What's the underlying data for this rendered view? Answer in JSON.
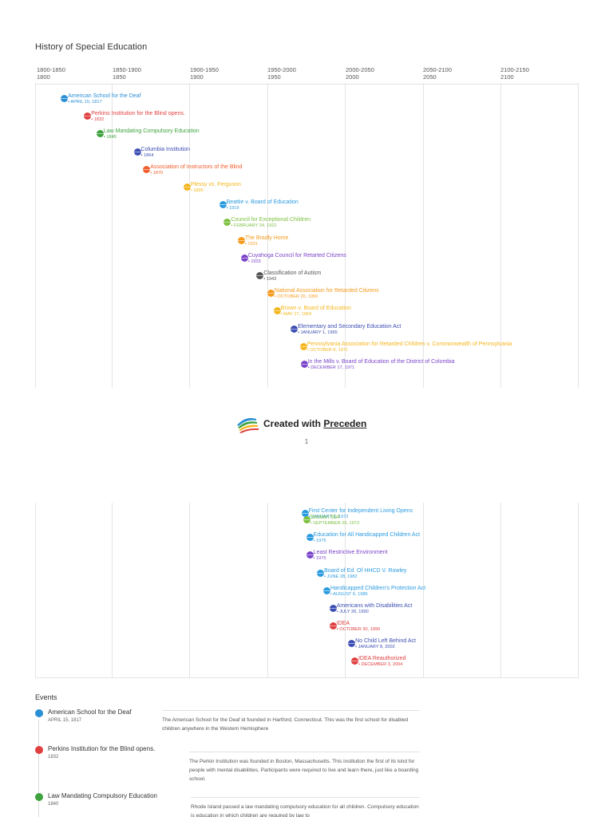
{
  "title": "History of Special Education",
  "axis": [
    {
      "range": "1800-1850",
      "year": "1800"
    },
    {
      "range": "1850-1900",
      "year": "1850"
    },
    {
      "range": "1900-1950",
      "year": "1900"
    },
    {
      "range": "1950-2000",
      "year": "1950"
    },
    {
      "range": "2000-2050",
      "year": "2000"
    },
    {
      "range": "2050-2100",
      "year": "2050"
    },
    {
      "range": "2100-2150",
      "year": "2100"
    }
  ],
  "timeline_page1": [
    {
      "name": "American School for the Deaf",
      "date": "APRIL 15, 1817",
      "color": "#2b8fd6"
    },
    {
      "name": "Perkins Institution for the Blind opens.",
      "date": "1832",
      "color": "#e03f3f"
    },
    {
      "name": "Law Mandating Compulsory Education",
      "date": "1840",
      "color": "#3ea33e"
    },
    {
      "name": "Columbia Institution",
      "date": "1864",
      "color": "#3d4fb3"
    },
    {
      "name": "Association of Instructors of the Blind",
      "date": "1870",
      "color": "#f25c2a"
    },
    {
      "name": "Plessy vs. Ferguson",
      "date": "1896",
      "color": "#f5b51b"
    },
    {
      "name": "Beattie v. Board of Education",
      "date": "1919",
      "color": "#2b9be0"
    },
    {
      "name": "Council for Exceptional Children",
      "date": "FEBRUARY 24, 1922",
      "color": "#7cbf3f"
    },
    {
      "name": "The Bradly Home",
      "date": "1931",
      "color": "#f59a1b"
    },
    {
      "name": "Cuyahoga Council for Retarted Citizens",
      "date": "1933",
      "color": "#7b44c9"
    },
    {
      "name": "Classification of Autism",
      "date": "1943",
      "color": "#555555"
    },
    {
      "name": "National Association for Retarded Citizens",
      "date": "OCTOBER 20, 1950",
      "color": "#f59a1b"
    },
    {
      "name": "Brown v. Board of Education",
      "date": "MAY 17, 1954",
      "color": "#f5b51b"
    },
    {
      "name": "Elementary and Secondary Education Act",
      "date": "JANUARY 1, 1965",
      "color": "#3d4fb3"
    },
    {
      "name": "Pennsylvania Association for Retarded Children v. Commonwealth of Pennsylvania",
      "date": "OCTOBER 8, 1971",
      "color": "#f5b51b"
    },
    {
      "name": "In the Mills v. Board of Education of the District of Colombia",
      "date": "DECEMBER 17, 1971",
      "color": "#7b44c9"
    }
  ],
  "timeline_page2": [
    {
      "name": "First Center for Independent Living Opens",
      "date": "JANUARY 1, 1972",
      "color": "#2b9be0"
    },
    {
      "name": "Section 504",
      "date": "SEPTEMBER 26, 1973",
      "color": "#7cbf3f"
    },
    {
      "name": "Education for All Handicapped Children Act",
      "date": "1975",
      "color": "#2b9be0"
    },
    {
      "name": "Least Restrictive Environment",
      "date": "1975",
      "color": "#7b44c9"
    },
    {
      "name": "Board of Ed. Of HHCD V. Rowley",
      "date": "JUNE 28, 1982",
      "color": "#2b9be0"
    },
    {
      "name": "Handicapped Children's Protection Act",
      "date": "AUGUST 6, 1986",
      "color": "#2b9be0"
    },
    {
      "name": "Americans with Disabilities Act",
      "date": "JULY 26, 1990",
      "color": "#3d4fb3"
    },
    {
      "name": "IDEA",
      "date": "OCTOBER 30, 1990",
      "color": "#e03f3f"
    },
    {
      "name": "No Child Left Behind Act",
      "date": "JANUARY 8, 2002",
      "color": "#3d4fb3"
    },
    {
      "name": "IDEA Reauthorized",
      "date": "DECEMBER 3, 2004",
      "color": "#e03f3f"
    }
  ],
  "footer": {
    "created_prefix": "Created with ",
    "brand": "Preceden",
    "page_number": "1"
  },
  "events_heading": "Events",
  "events_list": [
    {
      "name": "American School for the Deaf",
      "date": "APRIL 15, 1817",
      "color": "#2b8fd6",
      "description": "The American School for the Deaf id founded in Hartford, Connecticut. This was the first school for disabled children anywhere in the Western Hemisphere"
    },
    {
      "name": "Perkins Institution for the Blind opens.",
      "date": "1832",
      "color": "#e03f3f",
      "description": "The Perkin Institution was founded in Boston, Massachusetts. This institution the first of its kind for people with mental disabilities. Participants were required to live and learn there, just like a boarding school."
    },
    {
      "name": "Law Mandating Compulsory Education",
      "date": "1840",
      "color": "#3ea33e",
      "description": "Rhode Island passed a law mandating compulsory education for all children. Compulsory education is education in which children are required by law to"
    }
  ]
}
